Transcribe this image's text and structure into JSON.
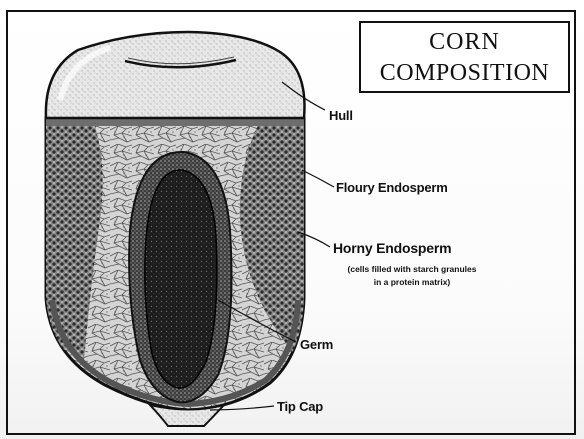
{
  "title": {
    "line1": "CORN",
    "line2": "COMPOSITION"
  },
  "labels": {
    "hull": "Hull",
    "floury_endosperm": "Floury Endosperm",
    "horny_endosperm": "Horny Endosperm",
    "horny_note_line1": "(cells filled with starch granules",
    "horny_note_line2": "in a protein matrix)",
    "germ": "Germ",
    "tip_cap": "Tip Cap"
  }
}
